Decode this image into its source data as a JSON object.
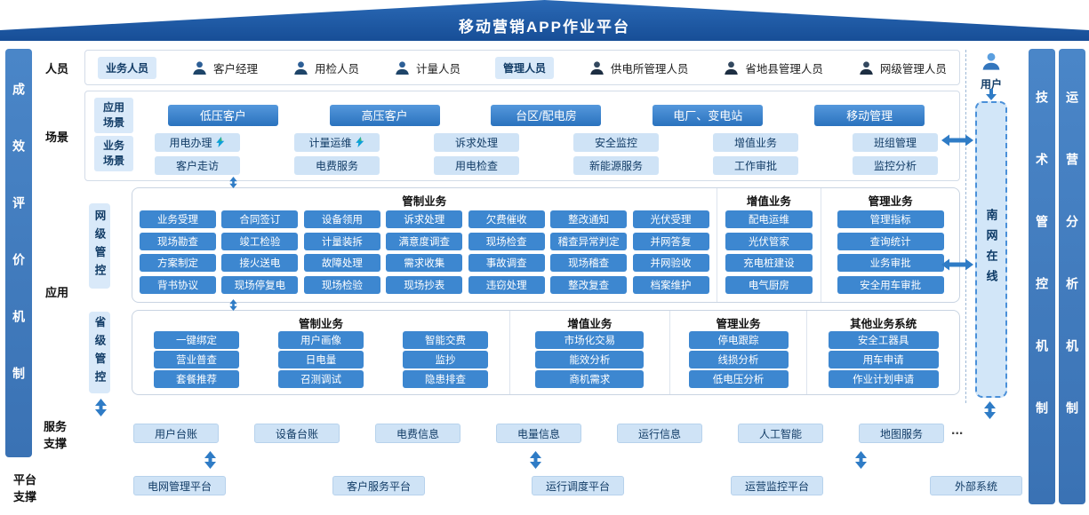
{
  "title": "移动营销APP作业平台",
  "rails": {
    "left": "成效评价机制",
    "right1": "技术管控机制",
    "right2": "运营分析机制"
  },
  "personnel": {
    "row_label": "人员",
    "groups": [
      {
        "tag": "业务人员",
        "members": [
          "客户经理",
          "用检人员",
          "计量人员"
        ]
      },
      {
        "tag": "管理人员",
        "members": [
          "供电所管理人员",
          "省地县管理人员",
          "网级管理人员"
        ]
      }
    ]
  },
  "scene": {
    "row_label": "场景",
    "app_scene": {
      "label": "应用场景",
      "items": [
        "低压客户",
        "高压客户",
        "台区/配电房",
        "电厂、变电站",
        "移动管理"
      ]
    },
    "biz_scene": {
      "label": "业务场景",
      "rows": [
        [
          {
            "label": "用电办理",
            "icon": "bolt"
          },
          {
            "label": "计量运维",
            "icon": "bolt"
          },
          "诉求处理",
          "安全监控",
          "增值业务",
          "班组管理"
        ],
        [
          "客户走访",
          "电费服务",
          "用电检查",
          "新能源服务",
          "工作审批",
          "监控分析"
        ]
      ]
    }
  },
  "application": {
    "row_label": "应用",
    "network": {
      "label": "网级管控",
      "regulated": {
        "header": "管制业务",
        "rows": [
          [
            "业务受理",
            "合同签订",
            "设备领用",
            "诉求处理",
            "欠费催收",
            "整改通知",
            "光伏受理"
          ],
          [
            "现场勘查",
            "竣工检验",
            "计量装拆",
            "满意度调查",
            "现场检查",
            "稽查异常判定",
            "并网答复"
          ],
          [
            "方案制定",
            "接火送电",
            "故障处理",
            "需求收集",
            "事故调查",
            "现场稽查",
            "并网验收"
          ],
          [
            "背书协议",
            "现场停复电",
            "现场检验",
            "现场抄表",
            "违窃处理",
            "整改复查",
            "档案维护"
          ]
        ]
      },
      "value_added": {
        "header": "增值业务",
        "items": [
          "配电运维",
          "光伏管家",
          "充电桩建设",
          "电气厨房"
        ]
      },
      "management": {
        "header": "管理业务",
        "items": [
          "管理指标",
          "查询统计",
          "业务审批",
          "安全用车审批"
        ]
      }
    },
    "province": {
      "label": "省级管控",
      "regulated": {
        "header": "管制业务",
        "rows": [
          [
            "一键绑定",
            "用户画像",
            "智能交费"
          ],
          [
            "营业普查",
            "日电量",
            "监抄"
          ],
          [
            "套餐推荐",
            "召测调试",
            "隐患排查"
          ]
        ]
      },
      "value_added": {
        "header": "增值业务",
        "items": [
          "市场化交易",
          "能效分析",
          "商机需求"
        ]
      },
      "management": {
        "header": "管理业务",
        "items": [
          "停电跟踪",
          "线损分析",
          "低电压分析"
        ]
      },
      "other": {
        "header": "其他业务系统",
        "items": [
          "安全工器具",
          "用车申请",
          "作业计划申请"
        ]
      }
    }
  },
  "service": {
    "row_label": "服务支撑",
    "items": [
      "用户台账",
      "设备台账",
      "电费信息",
      "电量信息",
      "运行信息",
      "人工智能",
      "地图服务"
    ],
    "ellipsis": "..."
  },
  "platform": {
    "row_label": "平台支撑",
    "items": [
      "电网管理平台",
      "客户服务平台",
      "运行调度平台",
      "运营监控平台",
      "外部系统"
    ]
  },
  "right_column": {
    "user_label": "用户",
    "online_label": "南网在线"
  },
  "colors": {
    "roof": "#174e97",
    "rail": "#3f7dc2",
    "dark_button": "#2f7cc6",
    "grid_button": "#3d87d0",
    "light_button": "#cfe3f6",
    "light_text": "#123c66",
    "arrow": "#2f7cc6",
    "online_fill": "#d2e6f8",
    "online_border": "#4a90d9"
  }
}
